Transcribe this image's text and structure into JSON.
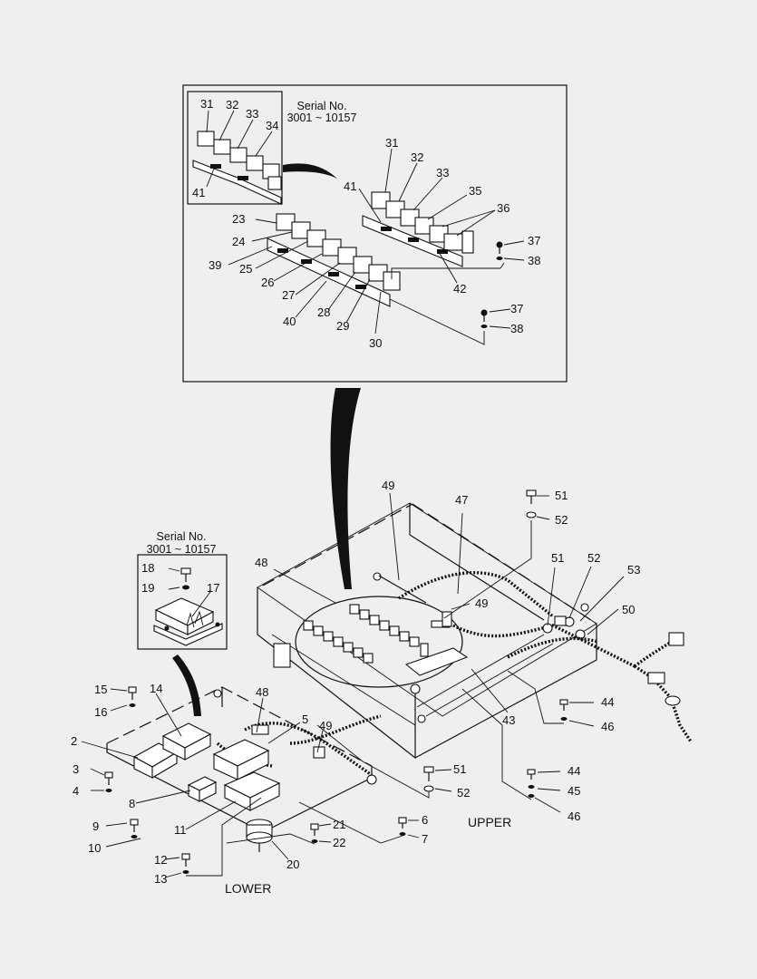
{
  "serial_note": {
    "line1": "Serial No.",
    "line2": "3001 ~ 10157"
  },
  "inset_serial_note": {
    "line1": "Serial No.",
    "line2": "3001 ~ 10157"
  },
  "words": {
    "upper": "UPPER",
    "lower": "LOWER"
  },
  "callouts": {
    "c2": "2",
    "c3": "3",
    "c4": "4",
    "c5": "5",
    "c6": "6",
    "c7": "7",
    "c8": "8",
    "c9": "9",
    "c10": "10",
    "c11": "11",
    "c12": "12",
    "c13": "13",
    "c14": "14",
    "c15": "15",
    "c16": "16",
    "c17": "17",
    "c18": "18",
    "c19": "19",
    "c20": "20",
    "c21": "21",
    "c22": "22",
    "c23": "23",
    "c24": "24",
    "c25": "25",
    "c26": "26",
    "c27": "27",
    "c28": "28",
    "c29": "29",
    "c30": "30",
    "c31": "31",
    "c32": "32",
    "c33": "33",
    "c34": "34",
    "c35": "35",
    "c36": "36",
    "c37": "37",
    "c38": "38",
    "c39": "39",
    "c40": "40",
    "c41": "41",
    "c42": "42",
    "c43": "43",
    "c44": "44",
    "c45": "45",
    "c46": "46",
    "c47": "47",
    "c48": "48",
    "c49": "49",
    "c50": "50",
    "c51": "51",
    "c52": "52",
    "c53": "53"
  }
}
